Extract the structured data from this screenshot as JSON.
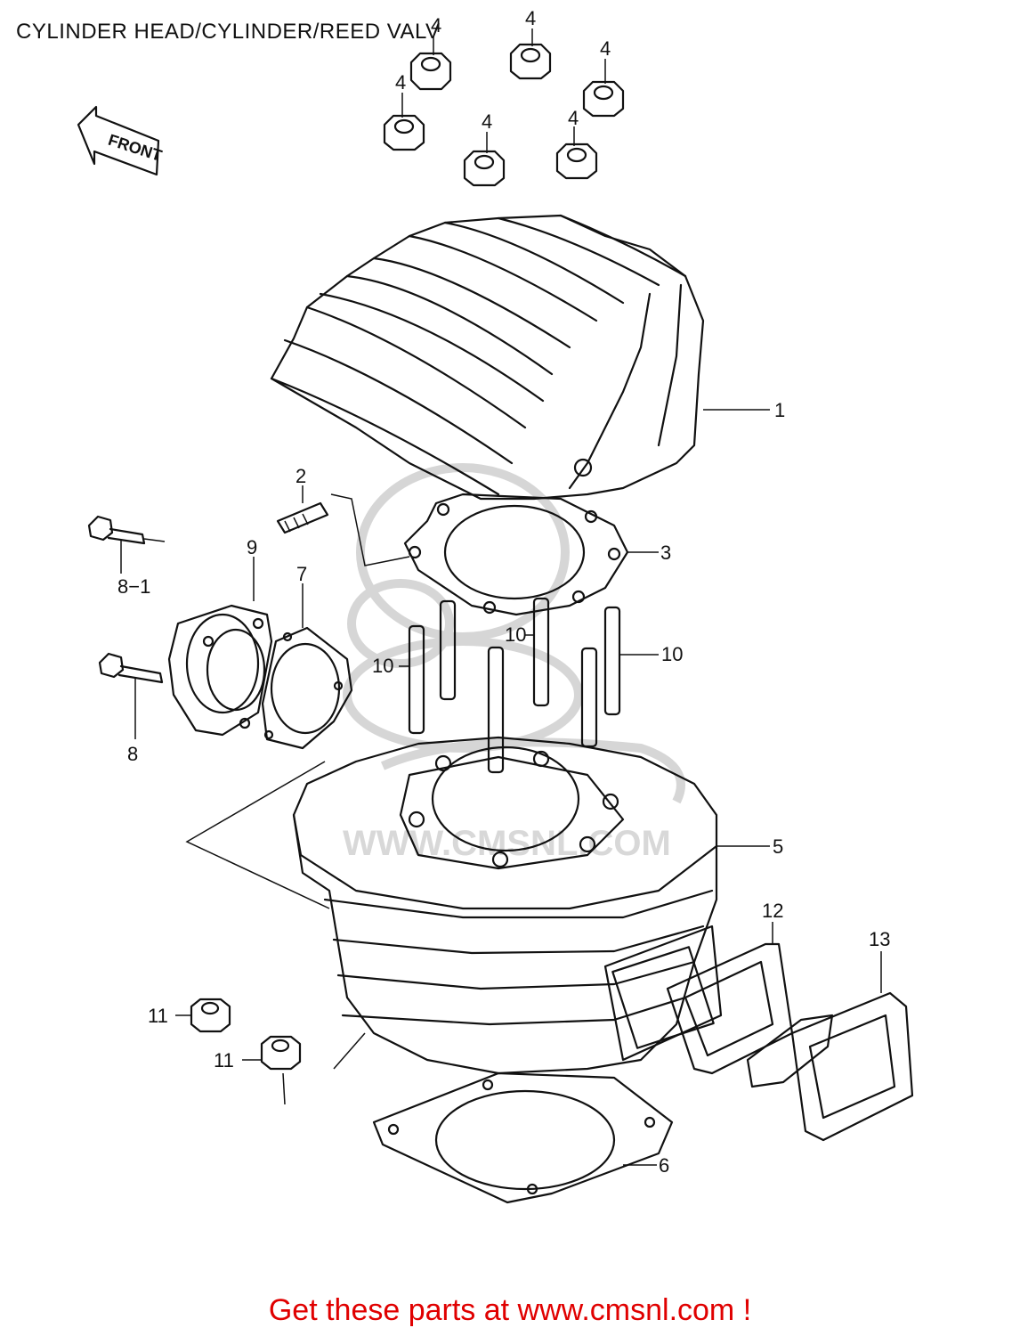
{
  "title": "CYLINDER HEAD/CYLINDER/REED VALV",
  "front_label": "FRONT",
  "watermark": "WWW.CMSNL.COM",
  "footer": "Get these parts at www.cmsnl.com !",
  "footer_color": "#e00000",
  "callouts": {
    "c1": "1",
    "c2": "2",
    "c3": "3",
    "c4a": "4",
    "c4b": "4",
    "c4c": "4",
    "c4d": "4",
    "c4e": "4",
    "c4f": "4",
    "c5": "5",
    "c6": "6",
    "c7": "7",
    "c8": "8",
    "c8_1": "8−1",
    "c9": "9",
    "c10a": "10",
    "c10b": "10",
    "c10c": "10",
    "c11a": "11",
    "c11b": "11",
    "c12": "12",
    "c13": "13"
  }
}
